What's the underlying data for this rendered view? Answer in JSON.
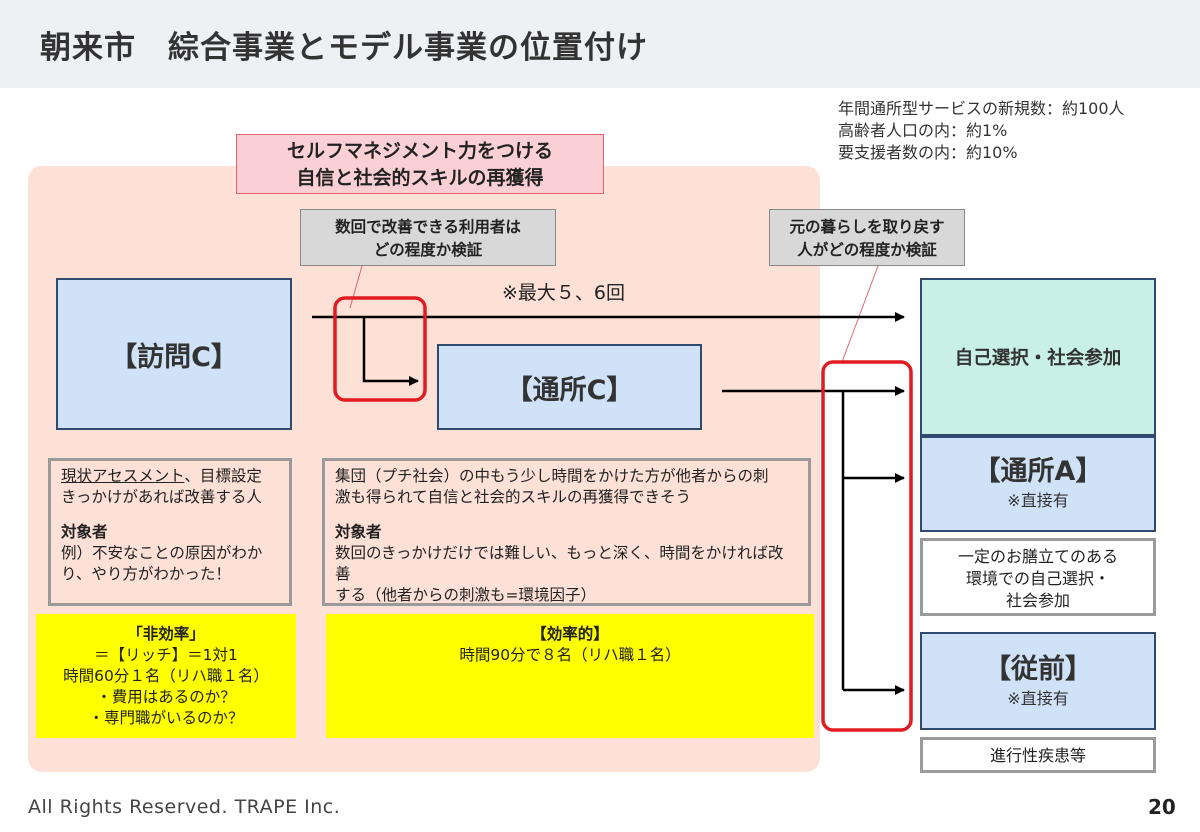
{
  "title": "朝来市　綜合事業とモデル事業の位置付け",
  "stats": [
    "年間通所型サービスの新規数：約100人",
    "高齢者人口の内：約1%",
    "要支援者数の内：約10%"
  ],
  "banner": [
    "セルフマネジメント力をつける",
    "自信と社会的スキルの再獲得"
  ],
  "callout_left": [
    "数回で改善できる利用者は",
    "どの程度か検証"
  ],
  "callout_right": [
    "元の暮らしを取り戻す",
    "人がどの程度か検証"
  ],
  "max_note": "※最大５、6回",
  "houmon_label": "【訪問C】",
  "tsusho_c_label": "【通所C】",
  "houmon_desc": {
    "line1_underlined": "現状アセスメント",
    "line1_rest": "、目標設定",
    "line2": "きっかけがあれば改善する人",
    "target_heading": "対象者",
    "target_lines": [
      "例）不安なことの原因がわか",
      "り、やり方がわかった！"
    ]
  },
  "tsusho_desc": {
    "lines": [
      "集団（プチ社会）の中もう少し時間をかけた方が他者からの刺",
      "激も得られて自信と社会的スキルの再獲得できそう"
    ],
    "target_heading": "対象者",
    "target_lines": [
      "数回のきっかけだけでは難しい、もっと深く、時間をかければ改善",
      "する（他者からの刺激も=環境因子）"
    ]
  },
  "yellow_left": {
    "heading": "「非効率」",
    "lines": [
      "＝【リッチ】＝1対1",
      "時間60分１名（リハ職１名）",
      "・費用はあるのか？",
      "・専門職がいるのか？"
    ]
  },
  "yellow_right": {
    "heading": "【効率的】",
    "lines": [
      "時間90分で８名（リハ職１名）"
    ]
  },
  "right_boxes": {
    "self_select": "自己選択・社会参加",
    "tsusho_a": "【通所A】",
    "tsusho_a_note": "※直接有",
    "env_lines": [
      "一定のお膳立てのある",
      "環境での自己選択・",
      "社会参加"
    ],
    "juzen": "【従前】",
    "juzen_note": "※直接有",
    "disease": "進行性疾患等"
  },
  "colors": {
    "peach": "#fde0d6",
    "mint": "#c8f0e4",
    "light_blue": "#cfe2f7",
    "yellow": "#ffff00",
    "red_highlight": "#e11b22"
  },
  "footer": "All Rights Reserved. TRAPE Inc.",
  "page_number": "20"
}
